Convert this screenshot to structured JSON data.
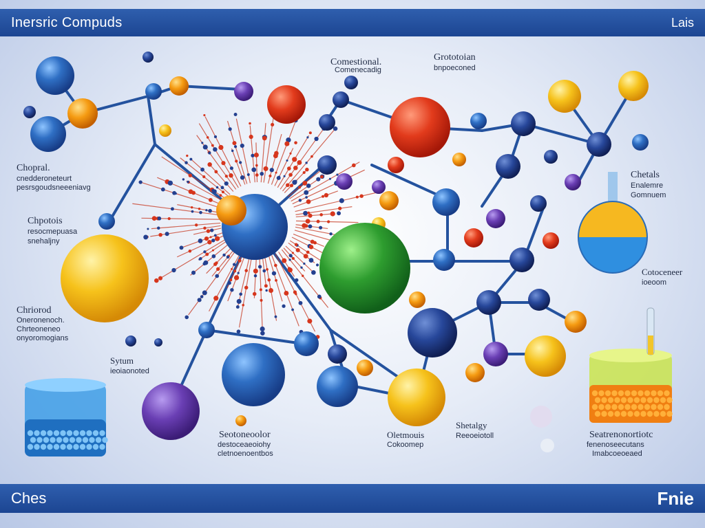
{
  "header": {
    "title": "Inersric Compuds",
    "right": "Lais"
  },
  "footer": {
    "left": "Ches",
    "right": "Fnie"
  },
  "labels": {
    "l_chopral": {
      "heading": "Chopral.",
      "lines": [
        "cnedderoneteurt",
        "pesrsgoudsneeeniavg"
      ]
    },
    "l_choprois": {
      "heading": "Chpotois",
      "lines": [
        "resocmepuasa",
        "snehaljny"
      ]
    },
    "l_chriorod": {
      "heading": "Chriorod",
      "lines": [
        "Oneronenoch.",
        "Chrteoneneo",
        "onyoromogians"
      ]
    },
    "l_sytum": {
      "heading": "Sytum",
      "lines": [
        "ieoiaonoted"
      ]
    },
    "l_comestional": {
      "heading": "Comestional.",
      "lines": [
        "Comenecadig"
      ]
    },
    "l_gotototion": {
      "heading": "Grototoian",
      "lines": [
        "bnpoeconed"
      ]
    },
    "l_chetalds": {
      "heading": "Chetals",
      "lines": [
        "Enalemre",
        "Gomnuem"
      ]
    },
    "l_cocaeneor": {
      "heading": "Cotoceneer",
      "lines": [
        "ioeoom"
      ]
    },
    "l_seotone": {
      "heading": "Seotoneoolor",
      "lines": [
        "destoceaeoiohy",
        "cletnoenoentbos"
      ]
    },
    "l_olotmouis": {
      "heading": "Oletmouis",
      "lines": [
        "Cokoomep"
      ]
    },
    "l_shetalgy": {
      "heading": "Shetalgy",
      "lines": [
        "Reeoeiotoll"
      ]
    },
    "l_seatone": {
      "heading": "Seatrenonortiotc",
      "lines": [
        "fenenoseecutans",
        "Imabcoeoeaed"
      ]
    }
  },
  "colors": {
    "band": "#1c4592",
    "blue": "#2f6fc4",
    "orange": "#f59b12",
    "yellow": "#f6c21b",
    "purple": "#5b2d8c",
    "red": "#d8321f",
    "green": "#2e9d2f",
    "navy": "#1d3c86"
  },
  "icons": [
    "molecule-network-illustration",
    "beaker-blue-icon",
    "beaker-orange-icon",
    "flask-icon",
    "test-tube-icon"
  ]
}
